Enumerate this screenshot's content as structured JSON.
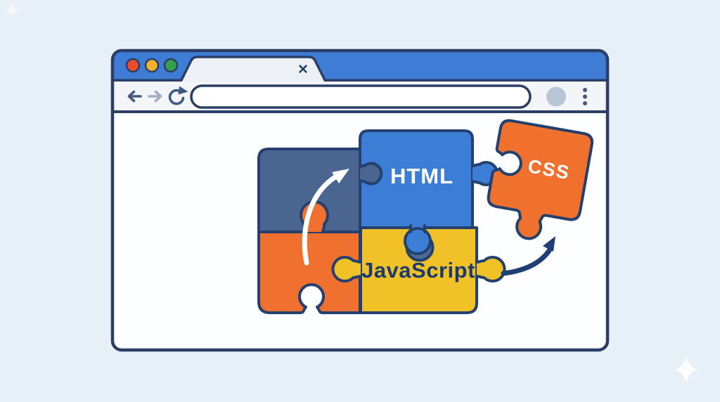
{
  "scene": {
    "background_color": "#e8f0f7",
    "sparkle_color": "#ffffff"
  },
  "browser": {
    "frame_color": "#2b3e66",
    "titlebar": {
      "color": "#3e7cd6",
      "traffic_lights": [
        {
          "name": "close",
          "color": "#ed4c2c"
        },
        {
          "name": "minimize",
          "color": "#f2b129"
        },
        {
          "name": "maximize",
          "color": "#35a14e"
        }
      ],
      "tab": {
        "title": "",
        "close_glyph": "✕",
        "color": "#edf1f5"
      }
    },
    "toolbar": {
      "background": "#f3f5f8",
      "back_color": "#46597c",
      "forward_color": "#a0aec3",
      "reload_color": "#3f5a85",
      "url_value": "",
      "url_bar_color": "#ffffff",
      "avatar_color": "#b8c5d5",
      "menu_dots_color": "#46587a"
    },
    "content_background": "#fdfeff"
  },
  "puzzle": {
    "outline_color": "#24406f",
    "pieces": {
      "navy": {
        "label": "",
        "color": "#4a6590"
      },
      "html": {
        "label": "HTML",
        "color": "#3c7ed6",
        "label_color": "#ffffff"
      },
      "css": {
        "label": "CSS",
        "color": "#f0712e",
        "label_color": "#ffffff"
      },
      "javascript": {
        "label": "JavaScript",
        "color": "#f0c228",
        "label_color": "#1d3a6e"
      },
      "orange": {
        "label": "",
        "color": "#f07030"
      }
    },
    "knob_shadow_color": "#4e6890",
    "arrows": {
      "white_arrow": {
        "color": "#ffffff"
      },
      "navy_arrow": {
        "color": "#1e3f73"
      }
    }
  }
}
